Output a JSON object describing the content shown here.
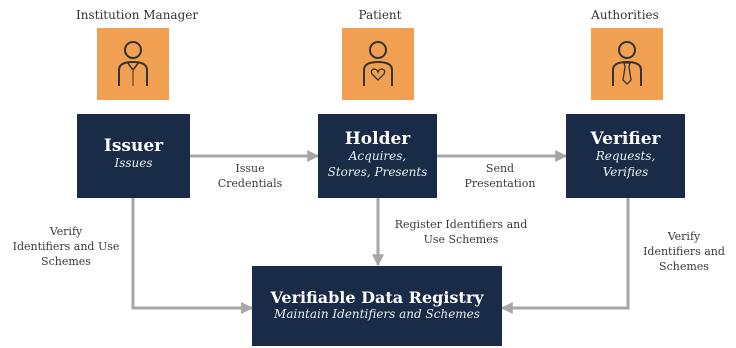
{
  "roles": {
    "issuer_role": "Institution Manager",
    "holder_role": "Patient",
    "verifier_role": "Authorities"
  },
  "nodes": {
    "issuer": {
      "title": "Issuer",
      "subtitle": "Issues"
    },
    "holder": {
      "title": "Holder",
      "subtitle_line1": "Acquires,",
      "subtitle_line2": "Stores, Presents"
    },
    "verifier": {
      "title": "Verifier",
      "subtitle_line1": "Requests,",
      "subtitle_line2": "Verifies"
    },
    "registry": {
      "title": "Verifiable Data Registry",
      "subtitle": "Maintain Identifiers and Schemes"
    }
  },
  "edges": {
    "issue_credentials": {
      "line1": "Issue",
      "line2": "Credentials"
    },
    "send_presentation": {
      "line1": "Send",
      "line2": "Presentation"
    },
    "issuer_registry": {
      "line1": "Verify",
      "line2": "Identifiers and Use",
      "line3": "Schemes"
    },
    "holder_registry": {
      "line1": "Register Identifiers and",
      "line2": "Use Schemes"
    },
    "verifier_registry": {
      "line1": "Verify",
      "line2": "Identifiers and",
      "line3": "Schemes"
    }
  },
  "colors": {
    "node_fill": "#1A2B48",
    "avatar_fill": "#F0A050",
    "arrow": "#A6A6A6"
  },
  "icons": {
    "issuer_avatar": "person-shirt-icon",
    "holder_avatar": "person-heart-icon",
    "verifier_avatar": "person-tie-icon"
  }
}
